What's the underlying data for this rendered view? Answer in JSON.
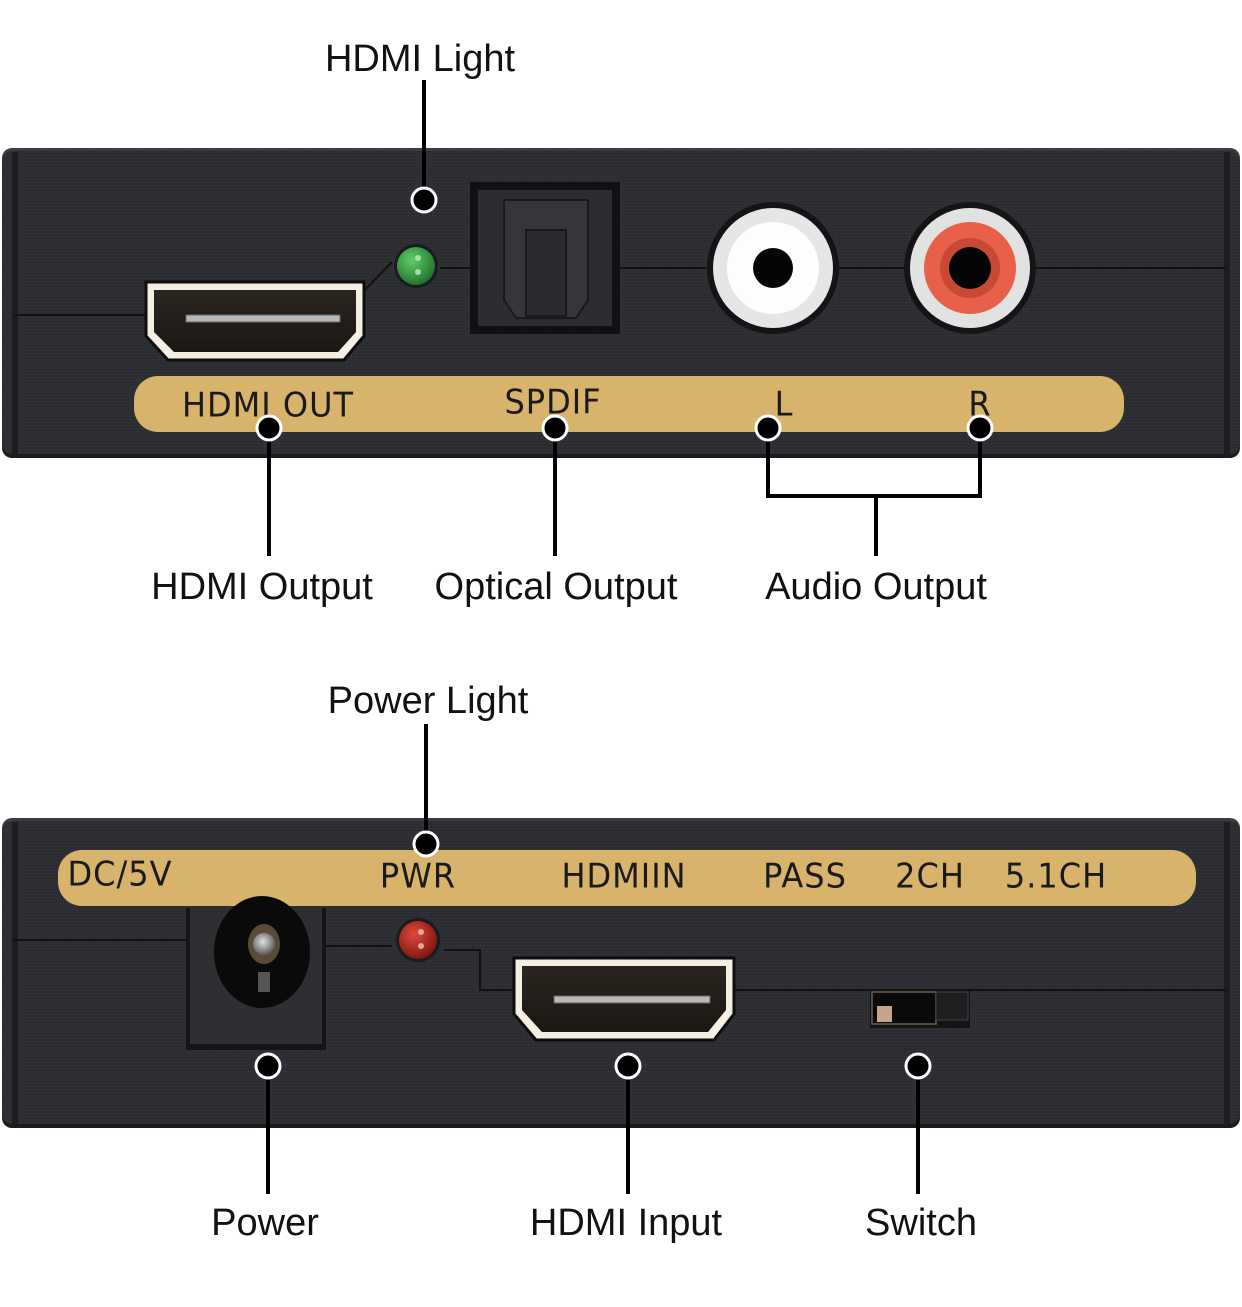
{
  "colors": {
    "panel": "#2a2c31",
    "label_strip": "#d8b36b",
    "led_hdmi": "#2e8b3a",
    "led_power": "#b0241a",
    "rca_left_ring": "#f2f2f2",
    "rca_right_ring": "#e8604a",
    "leader_line": "#000000"
  },
  "top_panel": {
    "callouts": {
      "hdmi_light": "HDMI Light",
      "hdmi_output": "HDMI Output",
      "optical_output": "Optical Output",
      "audio_output": "Audio Output"
    },
    "strip_labels": {
      "hdmi_out": "HDMI OUT",
      "spdif": "SPDIF",
      "left": "L",
      "right": "R"
    },
    "ports": [
      "HDMI output port",
      "HDMI indicator LED",
      "Optical SPDIF port",
      "RCA left (white)",
      "RCA right (red)"
    ]
  },
  "bottom_panel": {
    "callouts": {
      "power_light": "Power Light",
      "power": "Power",
      "hdmi_input": "HDMI Input",
      "switch": "Switch"
    },
    "strip_labels": {
      "dc": "DC/5V",
      "pwr": "PWR",
      "hdmi_in": "HDMIIN",
      "pass": "PASS",
      "ch2": "2CH",
      "ch51": "5.1CH"
    },
    "ports": [
      "DC 5V power jack",
      "Power LED",
      "HDMI input port",
      "Mode switch"
    ]
  }
}
